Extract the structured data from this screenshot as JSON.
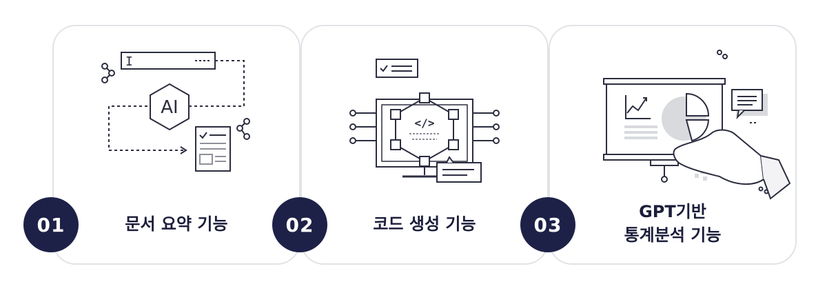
{
  "cards": [
    {
      "number": "01",
      "title_lines": [
        "문서 요약 기능"
      ]
    },
    {
      "number": "02",
      "title_lines": [
        "코드 생성 기능"
      ]
    },
    {
      "number": "03",
      "title_lines": [
        "GPT기반",
        "통계분석 기능"
      ]
    }
  ],
  "illustration_texts": {
    "cursor_glyph": "I",
    "ai_label": "AI",
    "code_tag": "</>"
  },
  "colors": {
    "badge_bg": "#1e2147",
    "text": "#1b1d3a",
    "card_border": "#e2e3e7",
    "line": "#2b2d3f",
    "gray_fill": "#d9dadd"
  },
  "icons": [
    "share-icon",
    "ai-hexagon-icon",
    "document-checklist-icon",
    "text-input-icon",
    "monitor-icon",
    "code-icon",
    "cube-icon",
    "chat-bubble-icon",
    "projector-screen-icon",
    "line-chart-icon",
    "pie-chart-icon",
    "hand-icon"
  ]
}
